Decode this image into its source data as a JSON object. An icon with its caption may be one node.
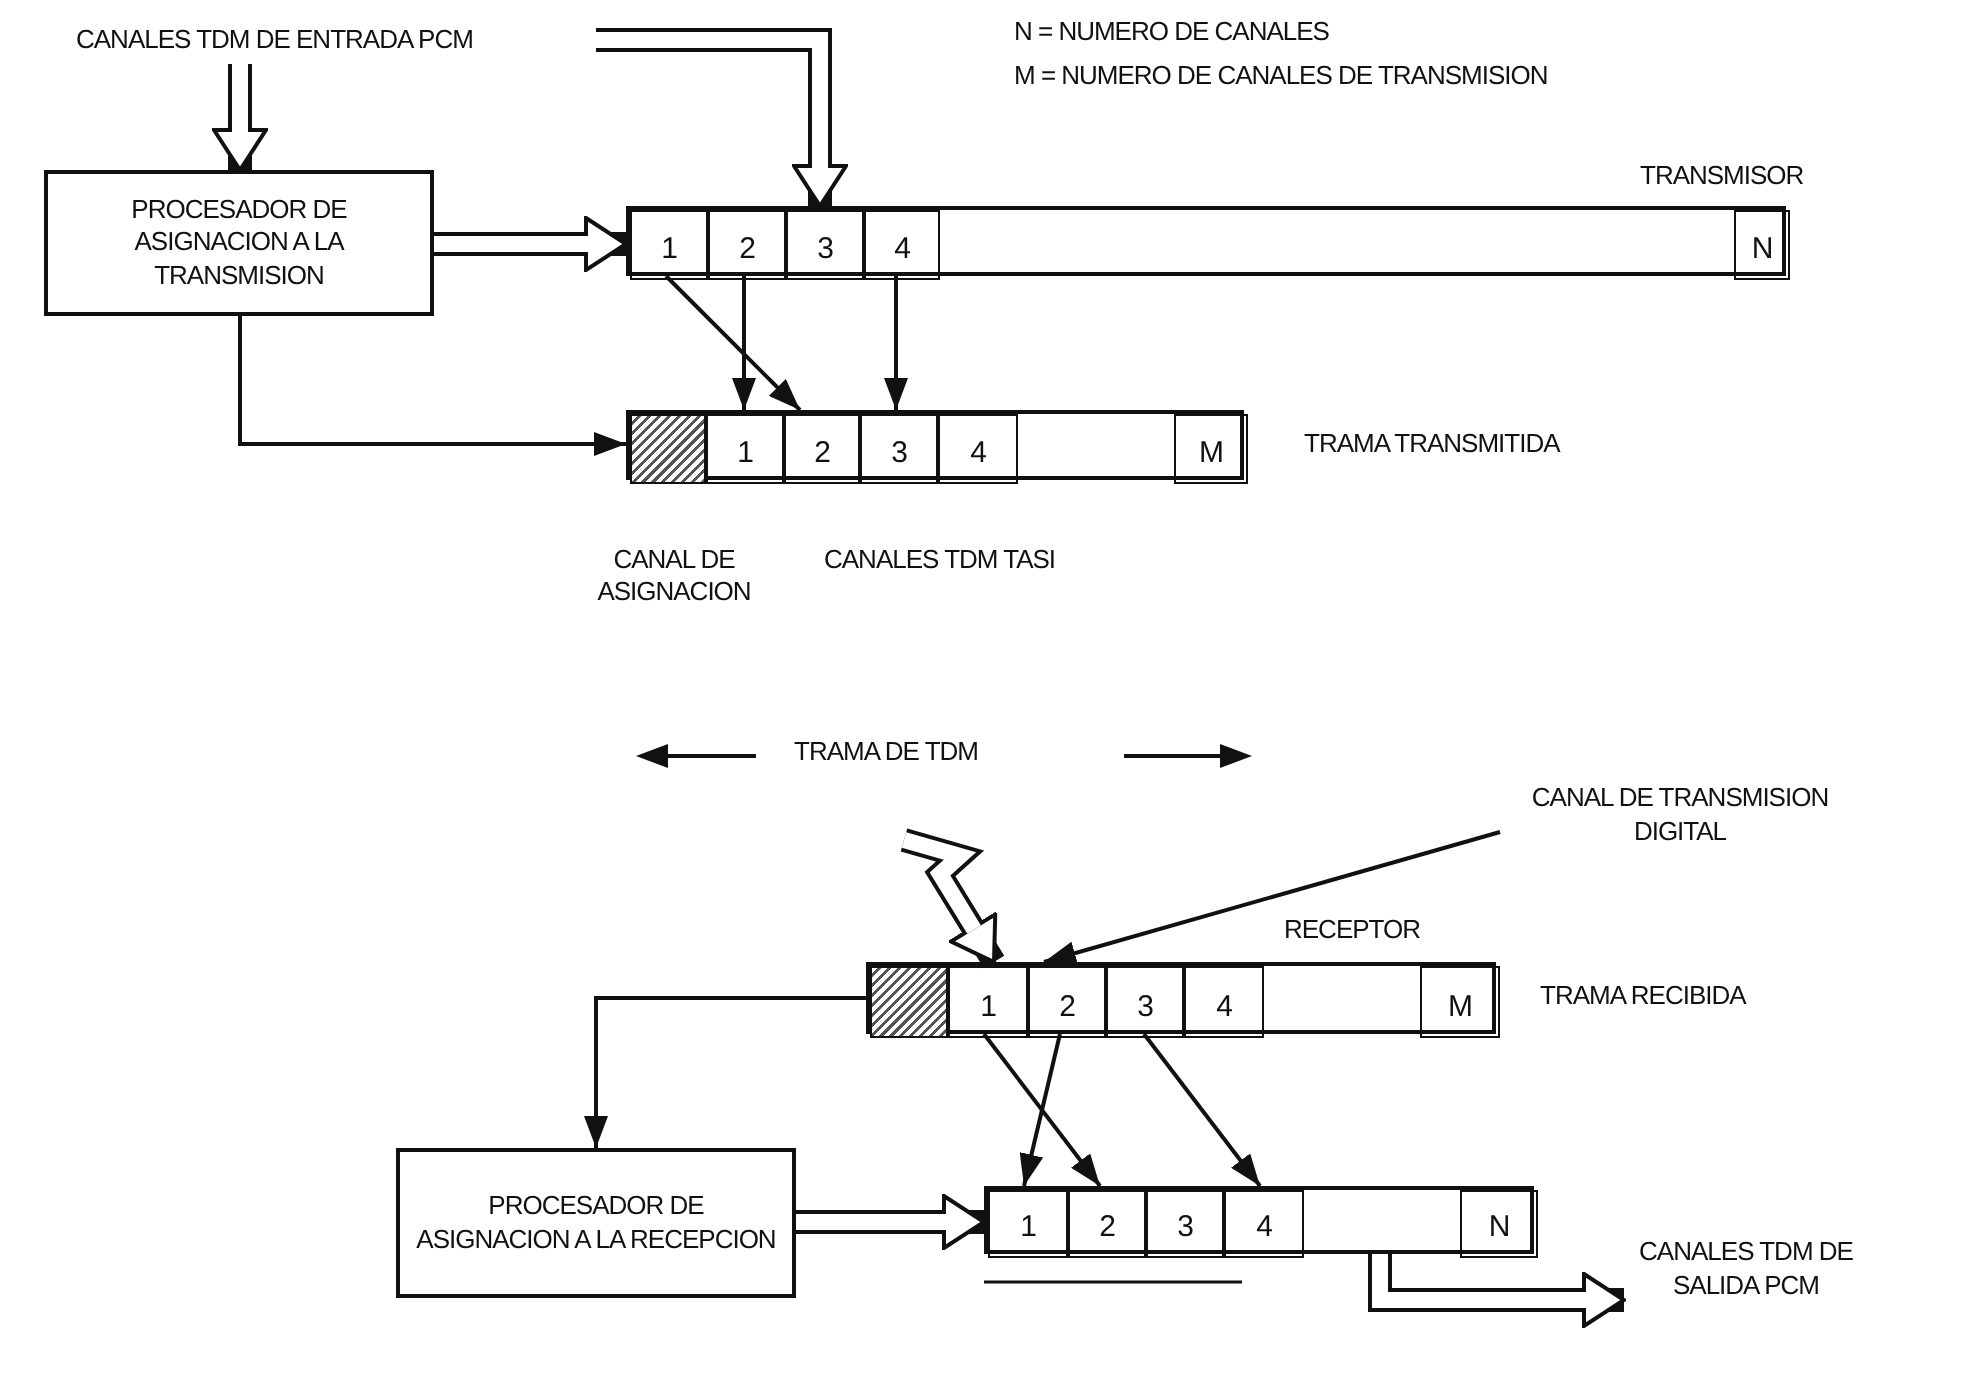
{
  "diagram": {
    "nodes": [
      {
        "text": [
          "CANALES TDM DE ENTRADA PCM"
        ]
      },
      {
        "text": [
          "PROCESADOR DE ASIGNACION A LA TRANSMISION"
        ]
      },
      {
        "text": [],
        "shape": "box",
        "beside": [
          "TRANSMISOR"
        ]
      },
      {
        "text": [
          "1"
        ],
        "in": 2
      },
      {
        "text": [
          "2"
        ],
        "in": 2
      },
      {
        "text": [
          "3"
        ],
        "in": 2
      },
      {
        "text": [
          "4"
        ],
        "in": 2
      },
      {
        "text": [
          "N"
        ],
        "in": 2
      },
      {
        "text": [],
        "shape": "box",
        "beside": [
          "TRAMA TRANSMITIDA"
        ]
      },
      {
        "text": [],
        "shape": "box",
        "in": 8
      },
      {
        "text": [
          "1"
        ],
        "in": 8
      },
      {
        "text": [
          "2"
        ],
        "in": 8
      },
      {
        "text": [
          "3"
        ],
        "in": 8
      },
      {
        "text": [
          "4"
        ],
        "in": 8
      },
      {
        "text": [
          "M"
        ],
        "in": 8
      },
      {
        "text": [
          "CANAL DE TRANSMISION DIGITAL"
        ]
      },
      {
        "text": [],
        "shape": "box",
        "beside": [
          "RECEPTOR",
          "TRAMA RECIBIDA"
        ]
      },
      {
        "text": [],
        "shape": "box",
        "in": 16
      },
      {
        "text": [
          "1"
        ],
        "in": 16
      },
      {
        "text": [
          "2"
        ],
        "in": 16
      },
      {
        "text": [
          "3"
        ],
        "in": 16
      },
      {
        "text": [
          "4"
        ],
        "in": 16
      },
      {
        "text": [
          "M"
        ],
        "in": 16
      },
      {
        "text": [
          "PROCESADOR DE ASIGNACION A LA RECEPCION"
        ]
      },
      {
        "text": [],
        "shape": "box"
      },
      {
        "text": [
          "1"
        ],
        "in": 24
      },
      {
        "text": [
          "2"
        ],
        "in": 24
      },
      {
        "text": [
          "3"
        ],
        "in": 24
      },
      {
        "text": [
          "4"
        ],
        "in": 24
      },
      {
        "text": [
          "N"
        ],
        "in": 24
      },
      {
        "text": [
          "CANALES TDM DE SALIDA PCM"
        ]
      }
    ],
    "edges": [
      {
        "from": 0,
        "to": 1,
        "arrow": "to",
        "style": "thick"
      },
      {
        "from": 0,
        "to": 2,
        "arrow": "to",
        "style": "thick"
      },
      {
        "from": 1,
        "to": 2,
        "arrow": "to",
        "style": "thick"
      },
      {
        "from": 1,
        "to": 9,
        "arrow": "to"
      },
      {
        "from": 3,
        "to": 11,
        "arrow": "to"
      },
      {
        "from": 4,
        "to": 10,
        "arrow": "to"
      },
      {
        "from": 6,
        "to": 12,
        "arrow": "to"
      },
      {
        "from": 15,
        "to": 16,
        "arrow": "to"
      },
      {
        "from": null,
        "to": 16,
        "arrow": "to",
        "style": "thick"
      },
      {
        "from": 17,
        "to": 23,
        "arrow": "to"
      },
      {
        "from": 23,
        "to": 24,
        "arrow": "to",
        "style": "thick"
      },
      {
        "from": 19,
        "to": 25,
        "arrow": "to"
      },
      {
        "from": 18,
        "to": 26,
        "arrow": "to"
      },
      {
        "from": 20,
        "to": 28,
        "arrow": "to"
      },
      {
        "from": 24,
        "to": 30,
        "arrow": "to",
        "style": "thick"
      }
    ],
    "labels": [
      "N = NUMERO DE CANALES",
      "M = NUMERO DE CANALES DE TRANSMISION",
      "CANAL DE ASIGNACION",
      "CANALES TDM TASI",
      "TRAMA DE TDM"
    ]
  }
}
